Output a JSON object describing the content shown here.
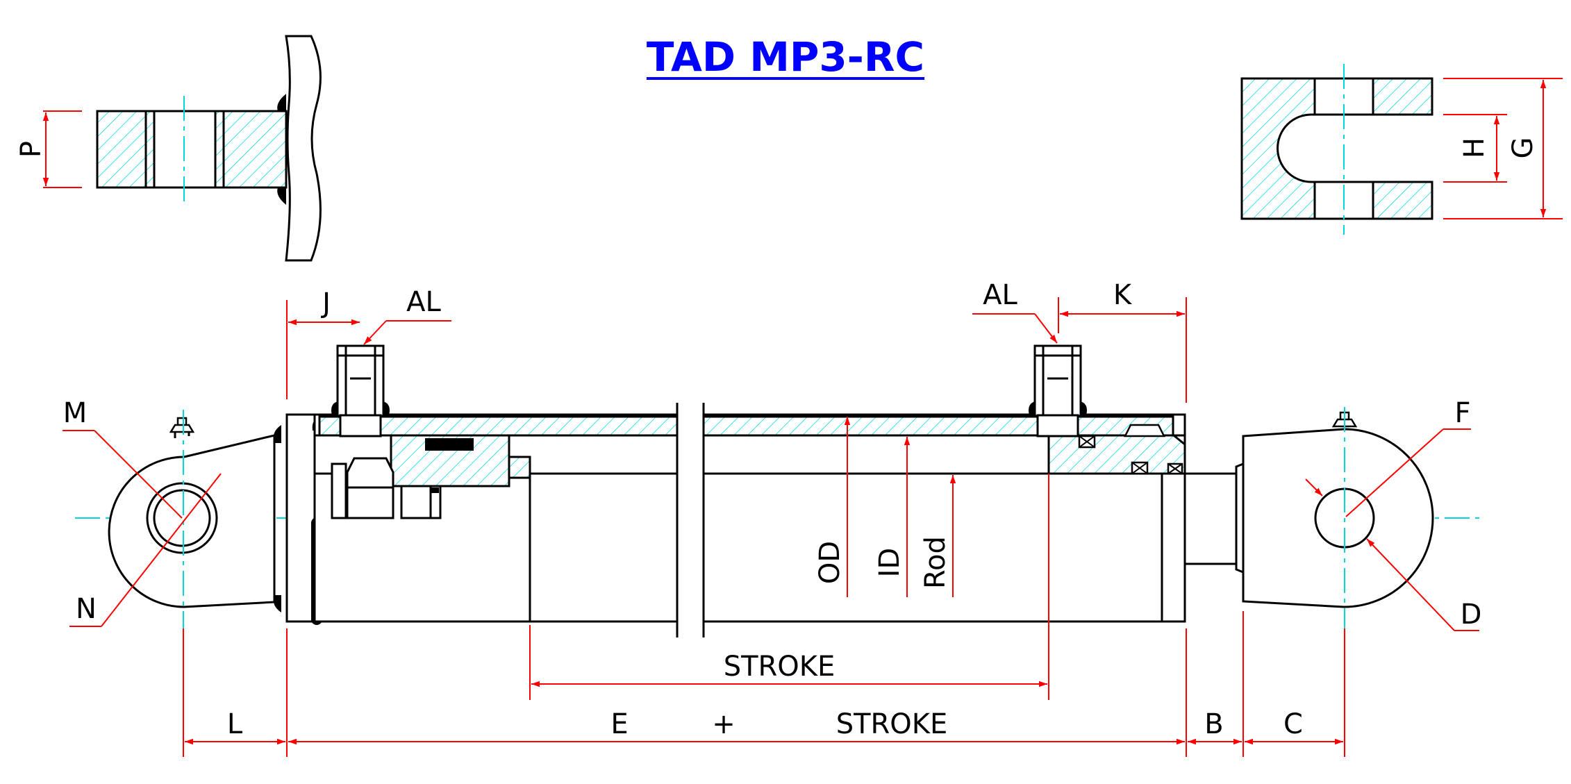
{
  "title": "TAD MP3-RC",
  "labels": {
    "P": "P",
    "H": "H",
    "G": "G",
    "J": "J",
    "AL_left": "AL",
    "AL_right": "AL",
    "K": "K",
    "M": "M",
    "N": "N",
    "F": "F",
    "D": "D",
    "OD": "OD",
    "ID": "ID",
    "Rod": "Rod",
    "stroke_top": "STROKE",
    "L": "L",
    "E": "E",
    "plus": "+",
    "stroke_bottom": "STROKE",
    "B": "B",
    "C": "C"
  },
  "colors": {
    "title": "#0000ff",
    "outline": "#000000",
    "dimension": "#ff0000",
    "centerline": "#00d8e0",
    "hatch": "#00d8e0"
  }
}
